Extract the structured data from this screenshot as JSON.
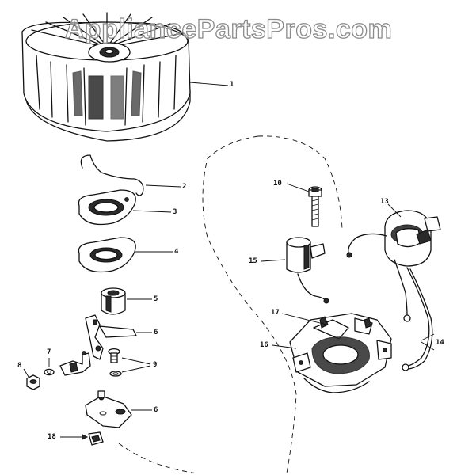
{
  "watermark": "AppliancePartsPros.com",
  "callouts": [
    "1",
    "2",
    "3",
    "4",
    "5",
    "6",
    "6",
    "7",
    "8",
    "9",
    "10",
    "13",
    "14",
    "15",
    "16",
    "17",
    "18"
  ],
  "colors": {
    "ink": "#111111",
    "paper": "#ffffff",
    "watermark_outline": "#8a8a8a"
  }
}
